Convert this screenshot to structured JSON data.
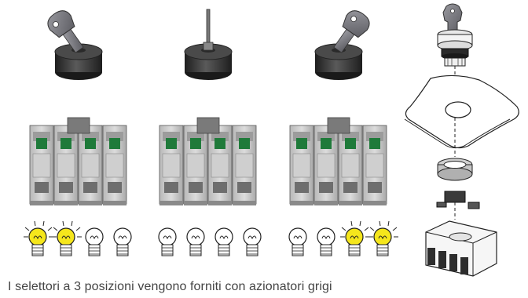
{
  "caption": "I selettori a 3 posizioni vengono forniti con azionatori grigi",
  "selector_positions": [
    {
      "position": "left",
      "lamps": [
        "on",
        "on",
        "off",
        "off"
      ]
    },
    {
      "position": "center",
      "lamps": [
        "off",
        "off",
        "off",
        "off"
      ]
    },
    {
      "position": "right",
      "lamps": [
        "off",
        "off",
        "on",
        "on"
      ]
    }
  ],
  "colors": {
    "lamp_on": "#f5e61c",
    "lamp_off": "#ffffff",
    "contact_green": "#1f7a3a",
    "knob_dark": "#2f2f2f",
    "key_gray": "#8a8a8e"
  },
  "icons": {
    "selector_head": "key-selector-icon",
    "contact_block": "contact-block-icon",
    "lamp": "light-bulb-icon",
    "assembly": "exploded-assembly-icon"
  }
}
